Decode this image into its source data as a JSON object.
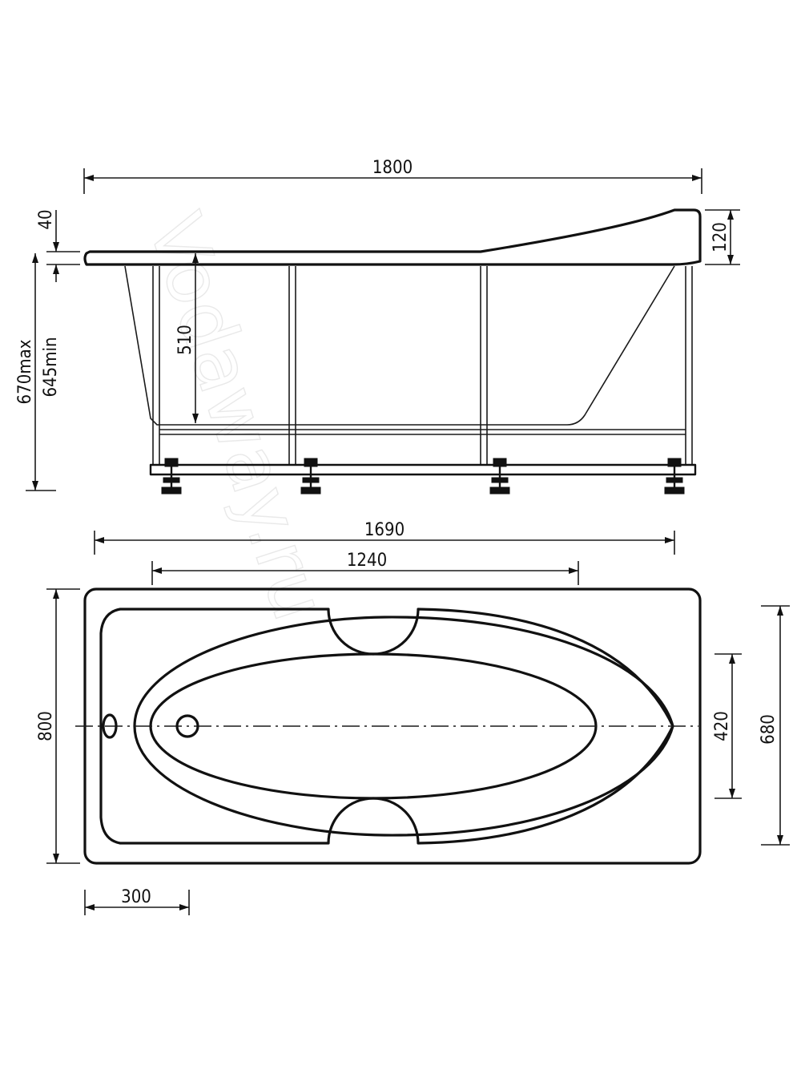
{
  "watermark": "Vodaway.ru",
  "side_view": {
    "dimensions": {
      "overall_length": "1800",
      "rim_thickness": "40",
      "headrest_height": "120",
      "inner_depth": "510",
      "height_max": "670max",
      "height_min": "645min"
    }
  },
  "top_view": {
    "dimensions": {
      "outer_length": "1690",
      "inner_length": "1240",
      "drain_offset": "300",
      "overall_width": "800",
      "inner_width": "680",
      "bottom_width": "420"
    }
  }
}
